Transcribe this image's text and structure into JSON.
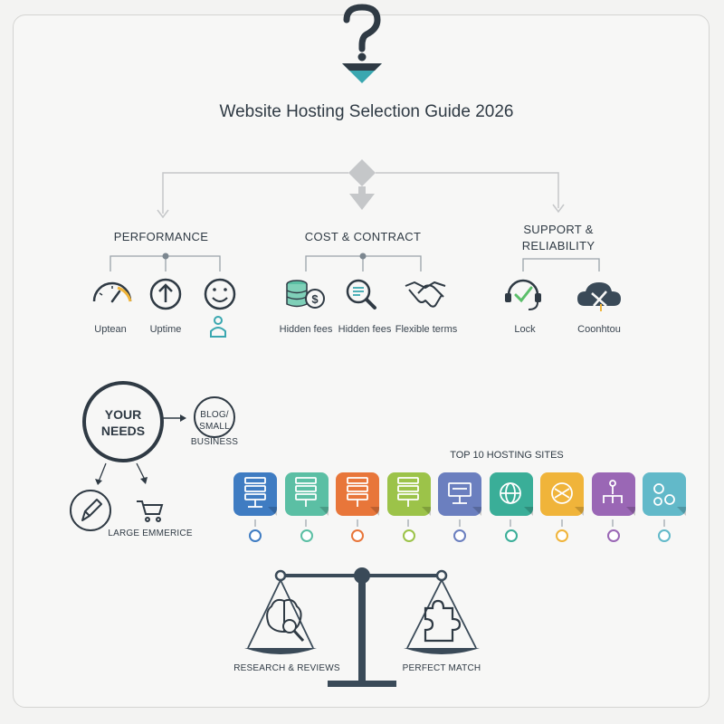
{
  "title": "Website Hosting Selection Guide 2026",
  "categories": [
    {
      "label": "PERFORMANCE",
      "items": [
        "Uptean",
        "Uptime",
        ""
      ]
    },
    {
      "label": "COST & CONTRACT",
      "items": [
        "Hidden fees",
        "Hidden fees",
        "Flexible terms"
      ]
    },
    {
      "label_line1": "SUPPORT &",
      "label_line2": "RELIABILITY",
      "items": [
        "Lock",
        "Coonhtou"
      ]
    }
  ],
  "needs": {
    "line1": "YOUR",
    "line2": "NEEDS",
    "blog_line1": "BLOG/",
    "blog_line2": "SMALL",
    "blog_line3": "BUSINESS",
    "large": "LARGE EMMERICE"
  },
  "top_sites": {
    "title": "TOP 10 HOSTING SITES",
    "tiles": [
      {
        "color": "#3f7cc2"
      },
      {
        "color": "#5bbfa4"
      },
      {
        "color": "#e8763a"
      },
      {
        "color": "#9cc349"
      },
      {
        "color": "#6b7fbf"
      },
      {
        "color": "#3aae98"
      },
      {
        "color": "#f0b43a"
      },
      {
        "color": "#9a67b5"
      },
      {
        "color": "#62b9c9"
      }
    ]
  },
  "scale": {
    "left_label": "RESEARCH & REVIEWS",
    "right_label": "PERFECT MATCH"
  }
}
